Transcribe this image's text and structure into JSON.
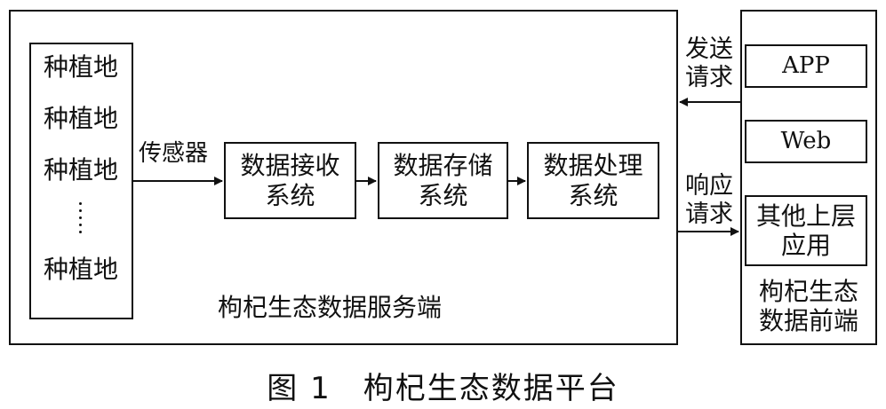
{
  "server": {
    "title": "枸杞生态数据服务端",
    "fields": [
      "种植地",
      "种植地",
      "种植地",
      "种植地"
    ],
    "sensor_label": "传感器",
    "receive_line1": "数据接收",
    "receive_line2": "系统",
    "storage_line1": "数据存储",
    "storage_line2": "系统",
    "processing_line1": "数据处理",
    "processing_line2": "系统"
  },
  "links": {
    "send_line1": "发送",
    "send_line2": "请求",
    "respond_line1": "响应",
    "respond_line2": "请求"
  },
  "frontend": {
    "title_line1": "枸杞生态",
    "title_line2": "数据前端",
    "app": "APP",
    "web": "Web",
    "other_line1": "其他上层",
    "other_line2": "应用"
  },
  "caption": {
    "figure_no": "图 1",
    "title": "枸杞生态数据平台"
  }
}
